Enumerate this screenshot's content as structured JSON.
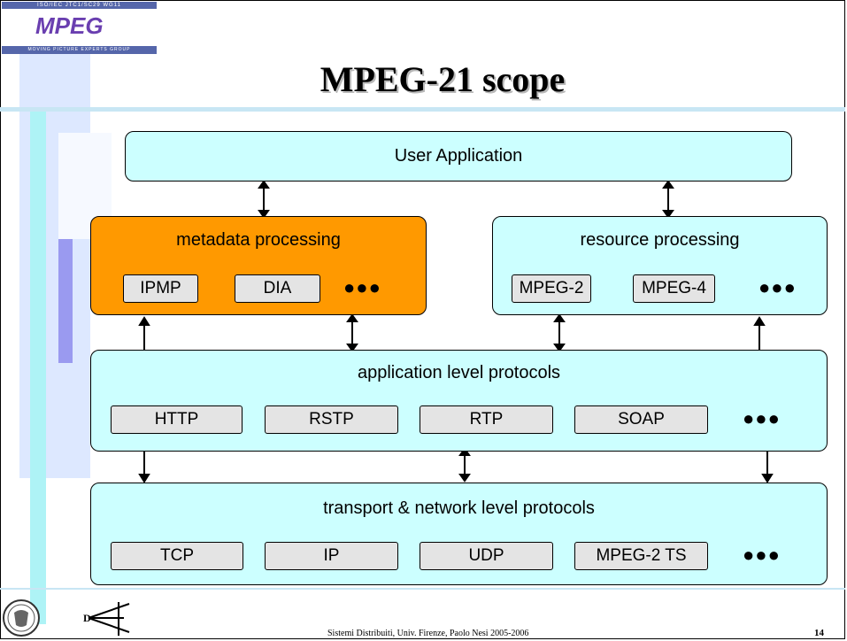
{
  "slide": {
    "title": "MPEG-21 scope",
    "footer": "Sistemi Distribuiti, Univ. Firenze, Paolo Nesi 2005-2006",
    "page_number": "14"
  },
  "logo": {
    "text": "MPEG",
    "top_text": "ISO/IEC JTC1/SC29 WG11",
    "bottom_text": "MOVING PICTURE EXPERTS GROUP"
  },
  "diagram": {
    "user_application": {
      "label": "User Application"
    },
    "metadata_processing": {
      "label": "metadata processing",
      "items": [
        "IPMP",
        "DIA"
      ],
      "more": "●●●"
    },
    "resource_processing": {
      "label": "resource processing",
      "items": [
        "MPEG-2",
        "MPEG-4"
      ],
      "more": "●●●"
    },
    "application_protocols": {
      "label": "application level protocols",
      "items": [
        "HTTP",
        "RSTP",
        "RTP",
        "SOAP"
      ],
      "more": "●●●"
    },
    "transport_protocols": {
      "label": "transport & network level protocols",
      "items": [
        "TCP",
        "IP",
        "UDP",
        "MPEG-2 TS"
      ],
      "more": "●●●"
    }
  },
  "colors": {
    "box_fill": "#ccffff",
    "metadata_fill": "#ff9900",
    "chip_fill": "#e4e4e4"
  }
}
